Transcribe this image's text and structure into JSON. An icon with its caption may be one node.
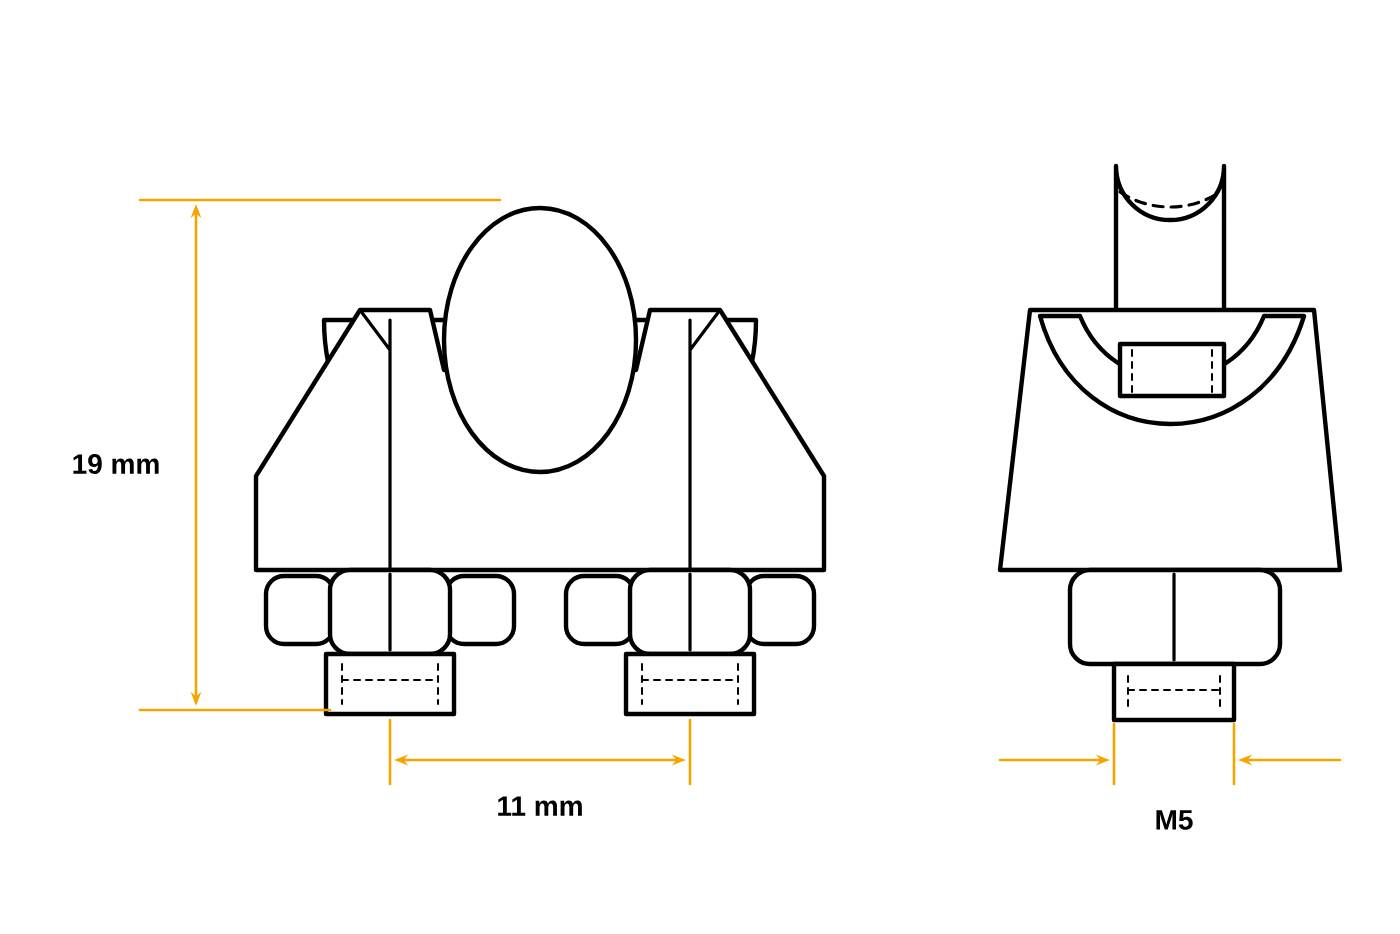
{
  "diagram": {
    "labels": [
      "19 mm",
      "11 mm",
      "M5"
    ]
  }
}
